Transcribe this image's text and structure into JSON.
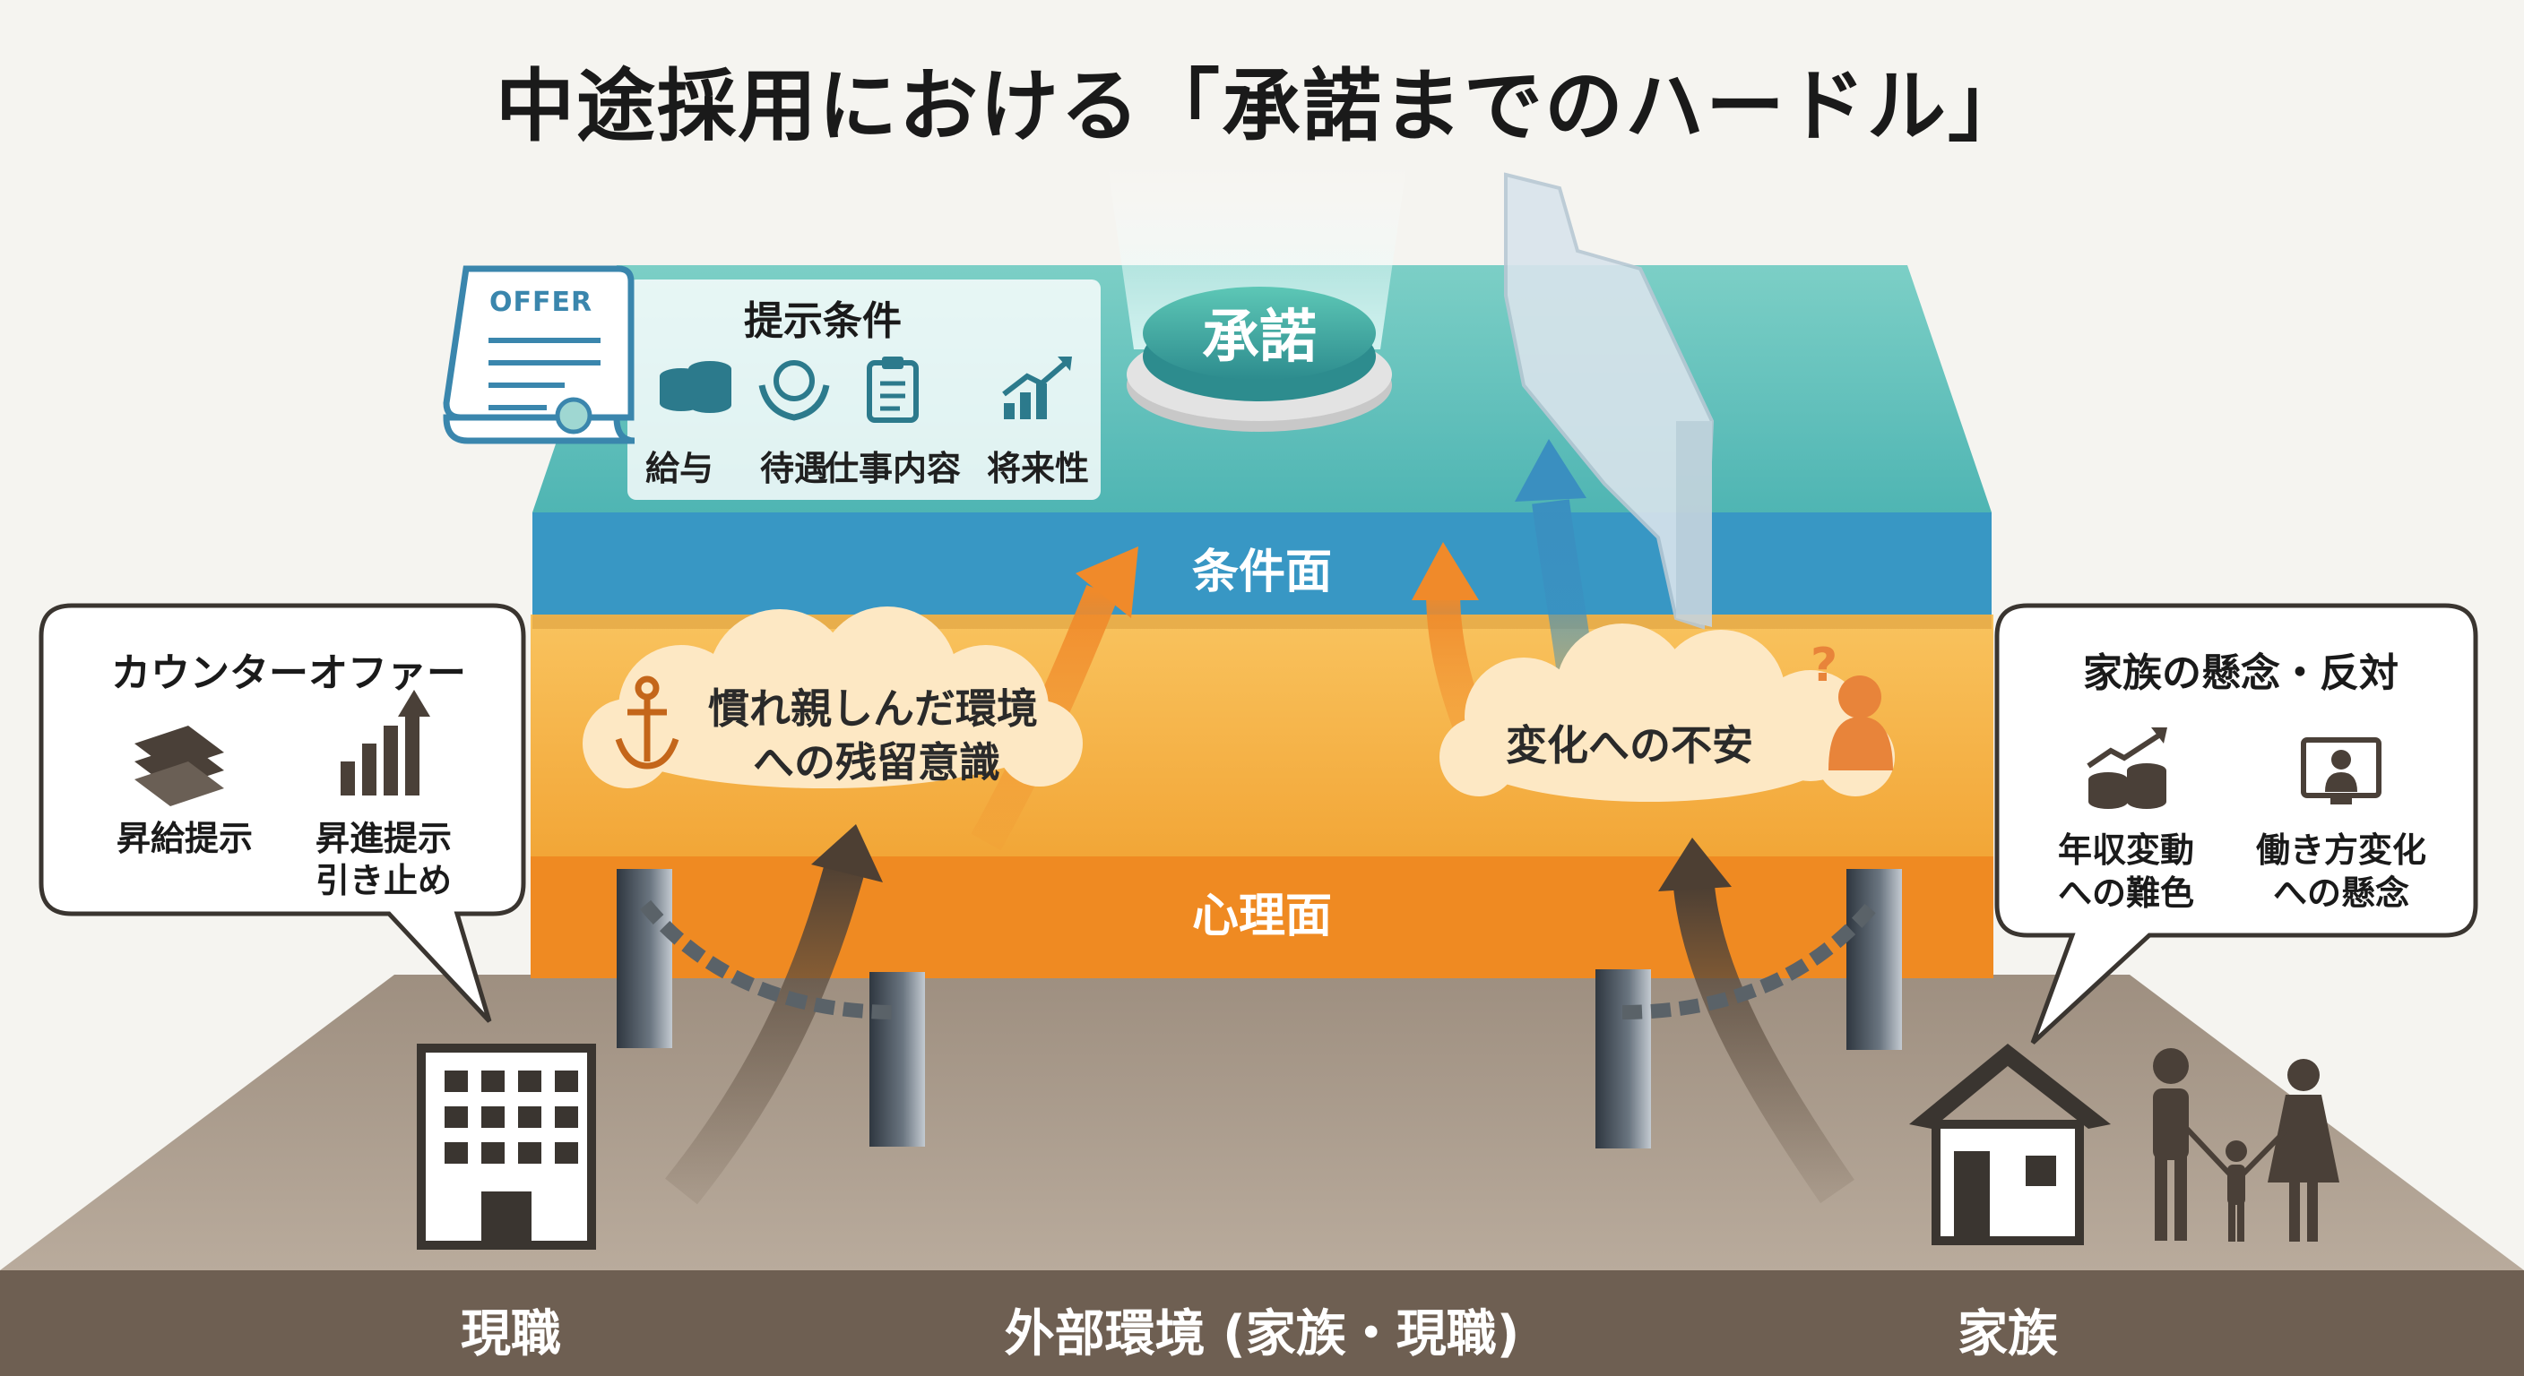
{
  "title": "中途採用における「承諾までのハードル」",
  "offer_doc_label": "OFFER",
  "accept_button": "承諾",
  "conditions": {
    "heading": "提示条件",
    "items": [
      {
        "label": "給与",
        "icon": "coins-icon"
      },
      {
        "label": "待遇",
        "icon": "hand-yen-icon"
      },
      {
        "label": "仕事内容",
        "icon": "clipboard-icon"
      },
      {
        "label": "将来性",
        "icon": "growth-chart-icon"
      }
    ]
  },
  "layers": {
    "condition": "条件面",
    "psychological": "心理面",
    "external": "外部環境 (家族・現職)"
  },
  "psych_clouds": {
    "left": {
      "line1": "慣れ親しんだ環境",
      "line2": "への残留意識",
      "icon": "anchor-icon"
    },
    "right": {
      "text": "変化への不安",
      "icon": "worried-person-icon"
    }
  },
  "counter_offer": {
    "heading": "カウンターオファー",
    "items": [
      {
        "label": "昇給提示",
        "icon": "money-stack-icon"
      },
      {
        "line1": "昇進提示",
        "line2": "引き止め",
        "icon": "bar-growth-icon"
      }
    ]
  },
  "family_concern": {
    "heading": "家族の懸念・反対",
    "items": [
      {
        "line1": "年収変動",
        "line2": "への難色",
        "icon": "coins-trend-icon"
      },
      {
        "line1": "働き方変化",
        "line2": "への懸念",
        "icon": "monitor-person-icon"
      }
    ]
  },
  "bottom": {
    "left": "現職",
    "right": "家族"
  },
  "colors": {
    "top_layer": "#62c2bc",
    "top_layer_front": "#3897c4",
    "psych_layer": "#f5b54a",
    "psych_band": "#ef8a22",
    "ground": "#a99a8a",
    "ground_band": "#6e5f52"
  }
}
